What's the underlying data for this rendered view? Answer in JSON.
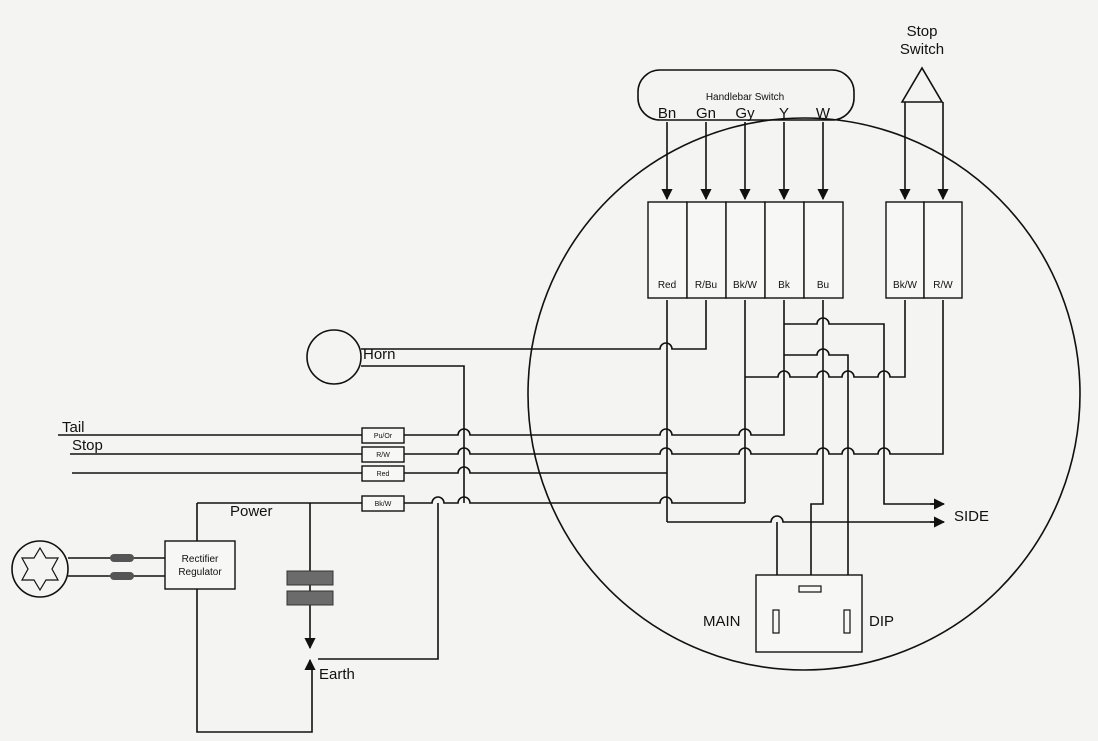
{
  "handlebar_switch": {
    "title": "Handlebar Switch",
    "inputs": [
      "Bn",
      "Gn",
      "Gy",
      "Y",
      "W"
    ]
  },
  "stop_switch": {
    "line1": "Stop",
    "line2": "Switch"
  },
  "connector_block": [
    "Red",
    "R/Bu",
    "Bk/W",
    "Bk",
    "Bu"
  ],
  "stop_connector": [
    "Bk/W",
    "R/W"
  ],
  "horn_label": "Horn",
  "left_leads": {
    "tail": "Tail",
    "stop": "Stop"
  },
  "inline_fuses": [
    "Pu/Or",
    "R/W",
    "Red",
    "Bk/W"
  ],
  "power_label": "Power",
  "rectifier": {
    "line1": "Rectifier",
    "line2": "Regulator"
  },
  "earth_label": "Earth",
  "side_label": "SIDE",
  "headlight": {
    "main": "MAIN",
    "dip": "DIP"
  }
}
